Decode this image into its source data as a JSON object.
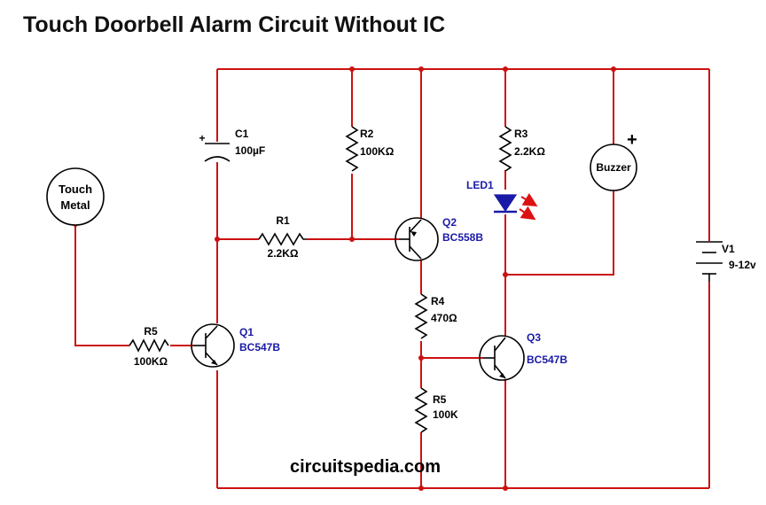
{
  "title": "Touch Doorbell Alarm Circuit Without IC",
  "watermark": "circuitspedia.com",
  "colors": {
    "wire": "#cc1111",
    "component": "#000000",
    "transistor_label": "#1a1aa8",
    "led": "#1a1aa8",
    "led_arrows": "#dd1111"
  },
  "components": {
    "touch": {
      "line1": "Touch",
      "line2": "Metal"
    },
    "c1": {
      "name": "C1",
      "value": "100µF",
      "polarity": "+"
    },
    "r1": {
      "name": "R1",
      "value": "2.2KΩ"
    },
    "r2": {
      "name": "R2",
      "value": "100KΩ"
    },
    "r3": {
      "name": "R3",
      "value": "2.2KΩ"
    },
    "r4": {
      "name": "R4",
      "value": "470Ω"
    },
    "r5a": {
      "name": "R5",
      "value": "100KΩ"
    },
    "r5b": {
      "name": "R5",
      "value": "100K"
    },
    "q1": {
      "name": "Q1",
      "value": "BC547B"
    },
    "q2": {
      "name": "Q2",
      "value": "BC558B"
    },
    "q3": {
      "name": "Q3",
      "value": "BC547B"
    },
    "led": {
      "name": "LED1"
    },
    "buzzer": {
      "name": "Buzzer",
      "polarity": "+"
    },
    "battery": {
      "name": "V1",
      "value": "9-12v"
    }
  }
}
